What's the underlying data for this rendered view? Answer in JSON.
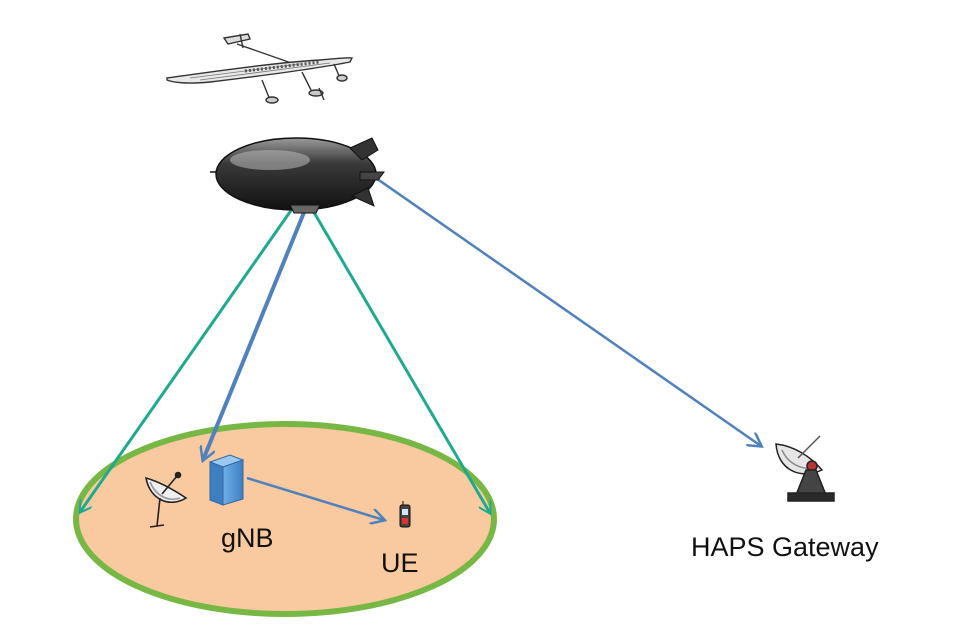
{
  "labels": {
    "gnb": "gNB",
    "ue": "UE",
    "gateway": "HAPS Gateway"
  },
  "icons": {
    "aircraft": "solar-aircraft-icon",
    "airship": "airship-icon",
    "dish": "satellite-dish-icon",
    "base_station": "base-station-icon",
    "phone": "mobile-phone-icon",
    "gateway": "gateway-antenna-icon"
  },
  "colors": {
    "coverage_fill": "#f9c9a0",
    "coverage_border": "#77b845",
    "beam": "#1faa8e",
    "link": "#4f81bd",
    "gnb_box": "#4a8fd0"
  }
}
